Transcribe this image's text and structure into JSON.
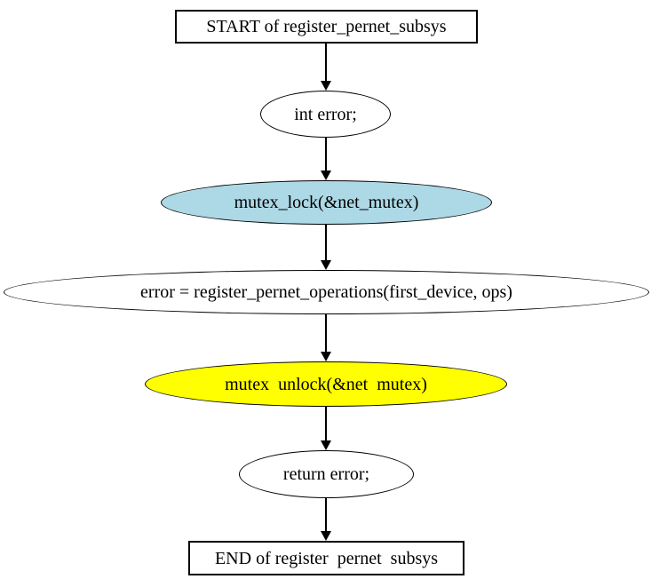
{
  "diagram": {
    "type": "flowchart",
    "background": "#ffffff",
    "node_border_color": "#000000",
    "arrow_color": "#000000",
    "text_color": "#000000",
    "nodes": [
      {
        "id": "start",
        "shape": "box",
        "label": "START of register_pernet_subsys",
        "fill": "#ffffff"
      },
      {
        "id": "int-error",
        "shape": "ellipse",
        "label": "int error;",
        "fill": "#ffffff"
      },
      {
        "id": "mutex-lock",
        "shape": "ellipse",
        "label": "mutex_lock(&net_mutex)",
        "fill": "#add8e6"
      },
      {
        "id": "register-pernet-operations",
        "shape": "ellipse",
        "label": "error = register_pernet_operations(first_device, ops)",
        "fill": "#ffffff"
      },
      {
        "id": "mutex-unlock",
        "shape": "ellipse",
        "label": "mutex  unlock(&net  mutex)",
        "fill": "#ffff00"
      },
      {
        "id": "return-error",
        "shape": "ellipse",
        "label": "return error;",
        "fill": "#ffffff"
      },
      {
        "id": "end",
        "shape": "box",
        "label": "END of register  pernet  subsys",
        "fill": "#ffffff"
      }
    ],
    "edges": [
      {
        "from": "start",
        "to": "int-error"
      },
      {
        "from": "int-error",
        "to": "mutex-lock"
      },
      {
        "from": "mutex-lock",
        "to": "register-pernet-operations"
      },
      {
        "from": "register-pernet-operations",
        "to": "mutex-unlock"
      },
      {
        "from": "mutex-unlock",
        "to": "return-error"
      },
      {
        "from": "return-error",
        "to": "end"
      }
    ]
  }
}
